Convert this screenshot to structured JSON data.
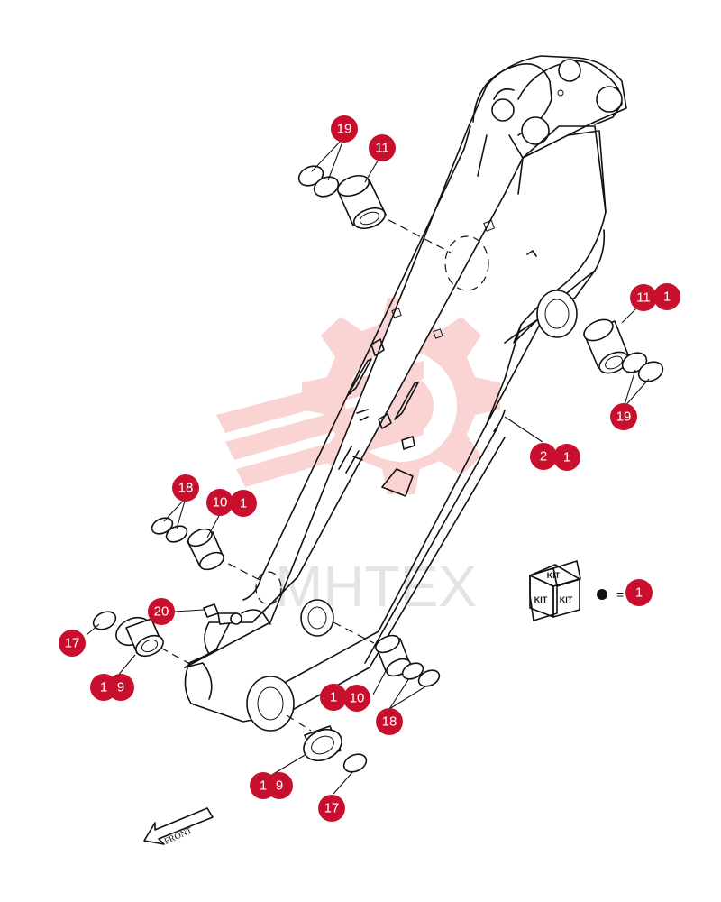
{
  "callouts": [
    {
      "id": "c19a",
      "label": "19"
    },
    {
      "id": "c11a",
      "label": "11"
    },
    {
      "id": "c11b",
      "label": "11"
    },
    {
      "id": "c1b",
      "label": "1"
    },
    {
      "id": "c19b",
      "label": "19"
    },
    {
      "id": "c2",
      "label": "2"
    },
    {
      "id": "c1c",
      "label": "1"
    },
    {
      "id": "c18a",
      "label": "18"
    },
    {
      "id": "c10a",
      "label": "10"
    },
    {
      "id": "c1d",
      "label": "1"
    },
    {
      "id": "c20",
      "label": "20"
    },
    {
      "id": "c17a",
      "label": "17"
    },
    {
      "id": "c1e",
      "label": "1"
    },
    {
      "id": "c9a",
      "label": "9"
    },
    {
      "id": "c1f",
      "label": "1"
    },
    {
      "id": "c10b",
      "label": "10"
    },
    {
      "id": "c18b",
      "label": "18"
    },
    {
      "id": "c1g",
      "label": "1"
    },
    {
      "id": "c9b",
      "label": "9"
    },
    {
      "id": "c17b",
      "label": "17"
    }
  ],
  "kit_legend": {
    "kit_label_top": "KIT",
    "kit_label_left": "KIT",
    "kit_label_right": "KIT",
    "equals": "=",
    "callout": "1"
  },
  "front_arrow": {
    "label": "FRONT"
  },
  "watermark": {
    "text": "MHTEX"
  },
  "colors": {
    "callout": "#c8102e",
    "line": "#111111",
    "watermark": "#f4a6a6"
  }
}
